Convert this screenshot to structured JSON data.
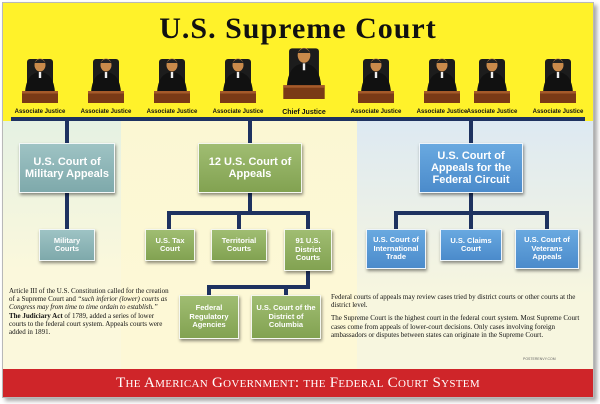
{
  "title": "U.S. Supreme Court",
  "justices": {
    "associate_label": "Associate Justice",
    "chief_label": "Chief Justice"
  },
  "colors": {
    "title_band": "#fff22a",
    "military": "#8fb6b7",
    "appeals": "#90b060",
    "federal_circuit": "#5a9ad6",
    "footer": "#cf2529",
    "connector": "#1e3260"
  },
  "courts": {
    "military_appeals": "U.S. Court of Military Appeals",
    "military_courts": "Military Courts",
    "appeals_12": "12 U.S. Court of Appeals",
    "tax_court": "U.S. Tax Court",
    "territorial_courts": "Territorial Courts",
    "district_courts": "91 U.S. District Courts",
    "federal_regulatory": "Federal Regulatory Agencies",
    "dc_court": "U.S. Court of the District of Columbia",
    "federal_circuit": "U.S. Court of Appeals for the Federal Circuit",
    "international_trade": "U.S. Court of International Trade",
    "claims_court": "U.S. Claims Court",
    "veterans_appeals": "U.S. Court of Veterans Appeals"
  },
  "text": {
    "article_intro": "Article III of the U.S. Constitution called for the creation of a Supreme Court and",
    "article_quote": "“such inferior (lower) courts as Congress may from time to time ordain to establish.”",
    "judiciary_act": "The Judiciary Act",
    "judiciary_rest": "of 1789, added a series of lower courts to the federal court system. Appeals courts were added in 1891.",
    "right_p1": "Federal courts of appeals may review cases tried by district courts or other courts at the district level.",
    "right_p2": "The Supreme Court is the highest court in the federal court system. Most Supreme Court cases come from appeals of lower-court decisions. Only cases involving foreign ambassadors or disputes between states can originate in the Supreme Court."
  },
  "footer": "The American Government: the Federal Court System",
  "credit": "POSTERENVY.COM"
}
